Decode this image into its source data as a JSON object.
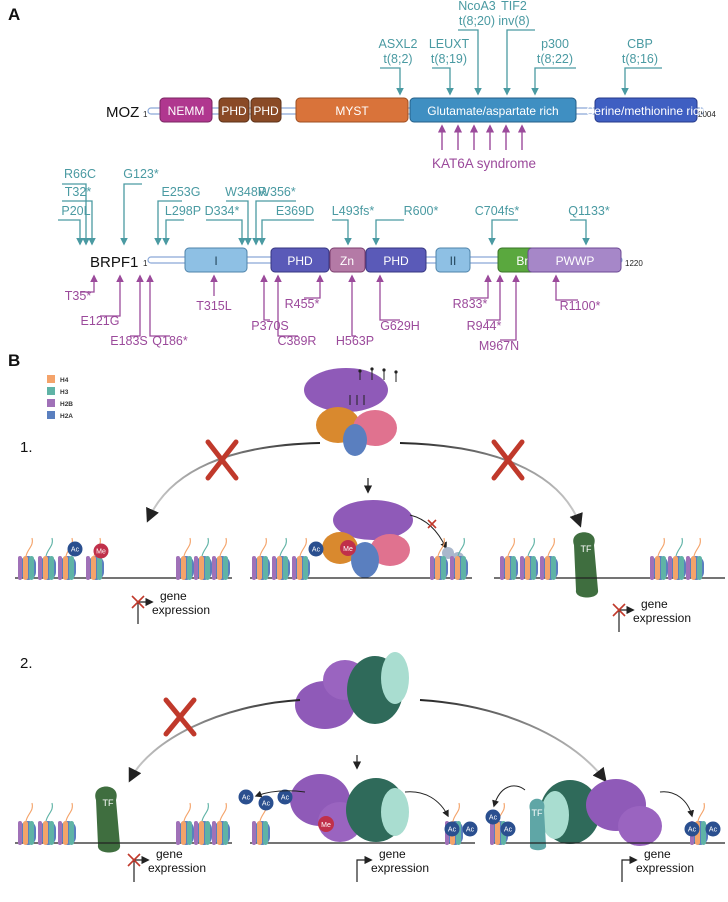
{
  "panel_a": {
    "label": "A",
    "moz": {
      "name": "MOZ",
      "start": "1",
      "end": "2004",
      "domains": [
        "NEMM",
        "PHD",
        "PHD",
        "MYST",
        "Glutamate/aspartate rich",
        "Serine/methionine rich"
      ],
      "fusions": [
        {
          "l1": "ASXL2",
          "l2": "t(8;2)"
        },
        {
          "l1": "NcoA3",
          "l2": "t(8;20)"
        },
        {
          "l1": "LEUXT",
          "l2": "t(8;19)"
        },
        {
          "l1": "TIF2",
          "l2": "inv(8)"
        },
        {
          "l1": "p300",
          "l2": "t(8;22)"
        },
        {
          "l1": "CBP",
          "l2": "t(8;16)"
        }
      ],
      "syndrome": "KAT6A syndrome"
    },
    "brpf1": {
      "name": "BRPF1",
      "start": "1",
      "end": "1220",
      "domains": [
        "I",
        "PHD",
        "Zn",
        "PHD",
        "II",
        "Bromo",
        "PWWP"
      ],
      "top_mutations": [
        "R66C",
        "T32*",
        "P20L",
        "G123*",
        "E253G",
        "L298P",
        "W348R",
        "D334*",
        "W356*",
        "E369D",
        "L493fs*",
        "R600*",
        "C704fs*",
        "Q1133*"
      ],
      "bottom_mutations": [
        "T35*",
        "E121G",
        "E183S",
        "Q186*",
        "T315L",
        "P370S",
        "C389R",
        "R455*",
        "H563P",
        "G629H",
        "R833*",
        "R944*",
        "M967N",
        "R1100*"
      ]
    }
  },
  "panel_b": {
    "label": "B",
    "legend": [
      {
        "name": "H4",
        "color": "#f4a36a"
      },
      {
        "name": "H3",
        "color": "#5fb3a6"
      },
      {
        "name": "H2B",
        "color": "#a071b8"
      },
      {
        "name": "H2A",
        "color": "#5a7fbf"
      }
    ],
    "step1": "1.",
    "step2": "2.",
    "marks": {
      "ac": "Ac",
      "me": "Me",
      "tf": "TF"
    },
    "gene_expression": [
      "gene",
      "expression"
    ]
  },
  "colors": {
    "teal": "#4a9aa2",
    "purple": "#9b4a9b",
    "cross": "#c0392b"
  }
}
